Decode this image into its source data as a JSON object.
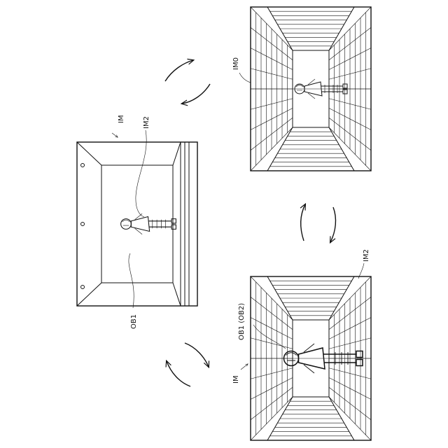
{
  "labels": {
    "top_right_panel": "IM0",
    "left_panel": "IM",
    "left_inner": "IM2",
    "left_object": "OB1",
    "bottom_panel": "IM",
    "bottom_inner": "IM2",
    "bottom_object": "OB1 (OB2)"
  },
  "icons": {
    "cycle_arrows": "curved-arrow-pair-icon",
    "figure": "standing-person-icon"
  },
  "colors": {
    "line": "#111111",
    "background": "#ffffff"
  }
}
